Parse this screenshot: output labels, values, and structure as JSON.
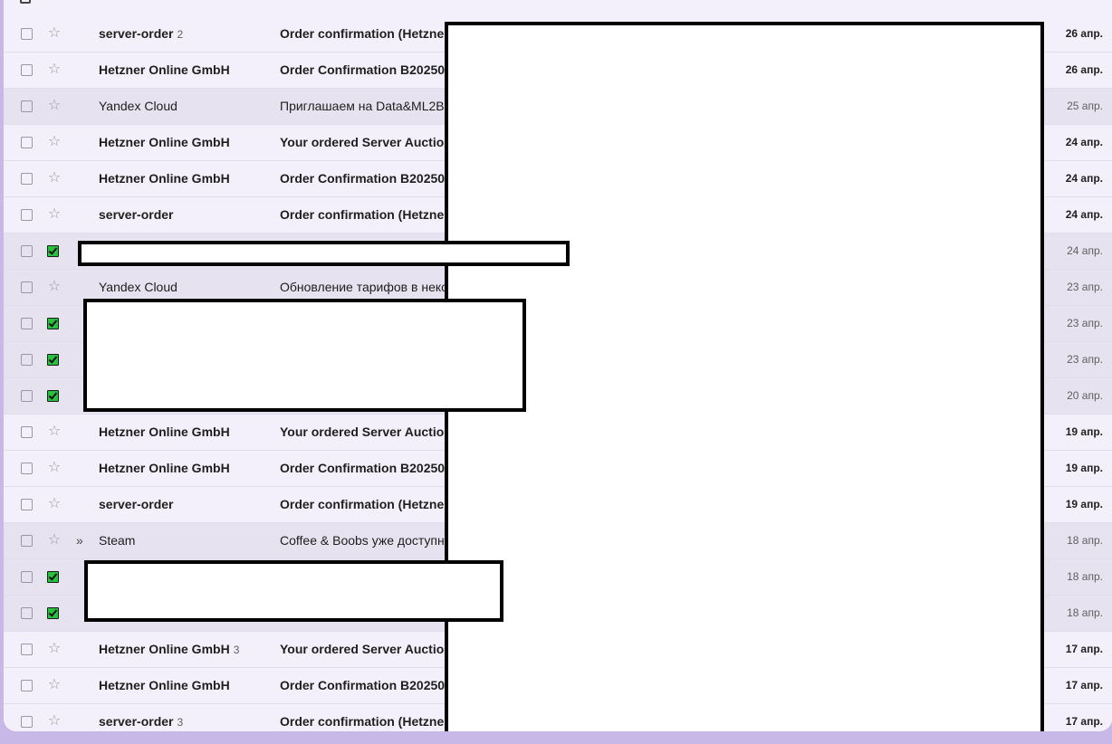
{
  "rows": [
    {
      "state": "unread",
      "sender": "server-order",
      "count": "2",
      "subject": "Order confirmation (Hetzne",
      "date": "26 апр.",
      "checked": false,
      "important": false
    },
    {
      "state": "unread",
      "sender": "Hetzner Online GmbH",
      "count": "",
      "subject": "Order Confirmation B20250",
      "date": "26 апр.",
      "checked": false,
      "important": false
    },
    {
      "state": "read",
      "sender": "Yandex Cloud",
      "count": "",
      "subject": "Приглашаем на Data&ML2B",
      "date": "25 апр.",
      "checked": false,
      "important": false
    },
    {
      "state": "unread",
      "sender": "Hetzner Online GmbH",
      "count": "",
      "subject": "Your ordered Server Auctio",
      "date": "24 апр.",
      "checked": false,
      "important": false
    },
    {
      "state": "unread",
      "sender": "Hetzner Online GmbH",
      "count": "",
      "subject": "Order Confirmation B20250",
      "date": "24 апр.",
      "checked": false,
      "important": false
    },
    {
      "state": "unread",
      "sender": "server-order",
      "count": "",
      "subject": "Order confirmation (Hetzne",
      "date": "24 апр.",
      "checked": false,
      "important": false
    },
    {
      "state": "selected",
      "sender": "",
      "count": "",
      "subject": "",
      "date": "24 апр.",
      "checked": true,
      "important": false
    },
    {
      "state": "read",
      "sender": "Yandex Cloud",
      "count": "",
      "subject": "Обновление тарифов в неко",
      "date": "23 апр.",
      "checked": false,
      "important": false
    },
    {
      "state": "selected",
      "sender": "",
      "count": "",
      "subject": "",
      "date": "23 апр.",
      "checked": true,
      "important": false
    },
    {
      "state": "selected",
      "sender": "",
      "count": "",
      "subject": "",
      "date": "23 апр.",
      "checked": true,
      "important": false
    },
    {
      "state": "selected",
      "sender": "",
      "count": "",
      "subject": "",
      "date": "20 апр.",
      "checked": true,
      "important": false
    },
    {
      "state": "unread",
      "sender": "Hetzner Online GmbH",
      "count": "",
      "subject": "Your ordered Server Auctio",
      "date": "19 апр.",
      "checked": false,
      "important": false
    },
    {
      "state": "unread",
      "sender": "Hetzner Online GmbH",
      "count": "",
      "subject": "Order Confirmation B20250",
      "date": "19 апр.",
      "checked": false,
      "important": false
    },
    {
      "state": "unread",
      "sender": "server-order",
      "count": "",
      "subject": "Order confirmation (Hetzne",
      "date": "19 апр.",
      "checked": false,
      "important": false
    },
    {
      "state": "read",
      "sender": "Steam",
      "count": "",
      "subject": "Coffee & Boobs уже доступн",
      "date": "18 апр.",
      "checked": false,
      "important": true
    },
    {
      "state": "selected",
      "sender": "",
      "count": "",
      "subject": "",
      "date": "18 апр.",
      "checked": true,
      "important": false
    },
    {
      "state": "selected",
      "sender": "",
      "count": "",
      "subject": "",
      "date": "18 апр.",
      "checked": true,
      "important": false
    },
    {
      "state": "unread",
      "sender": "Hetzner Online GmbH",
      "count": "3",
      "subject": "Your ordered Server Auctio",
      "date": "17 апр.",
      "checked": false,
      "important": false
    },
    {
      "state": "unread",
      "sender": "Hetzner Online GmbH",
      "count": "",
      "subject": "Order Confirmation B20250",
      "date": "17 апр.",
      "checked": false,
      "important": false
    },
    {
      "state": "unread",
      "sender": "server-order",
      "count": "3",
      "subject": "Order confirmation (Hetzne",
      "date": "17 апр.",
      "checked": false,
      "important": false
    }
  ],
  "icons": {
    "star": "star-outline-icon",
    "checkbox": "checkbox-icon",
    "important": "important-marker-icon"
  },
  "colors": {
    "selected_check": "#22c43a",
    "unread_bg": "#f3f0fb",
    "read_bg": "#e6e2ef",
    "outer_bg": "#c8b8e8"
  }
}
